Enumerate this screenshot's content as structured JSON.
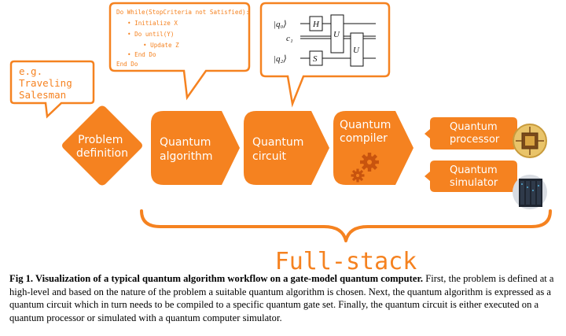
{
  "colors": {
    "orange": "#f58220",
    "white": "#ffffff",
    "black": "#000000"
  },
  "example_callout": {
    "lines": [
      "e.g.",
      "Traveling",
      "Salesman"
    ]
  },
  "pseudocode_callout": {
    "lines": [
      "Do While(StopCriteria not Satisfied):",
      "• Initialize X",
      "• Do until(Y)",
      "• Update Z",
      "• End Do",
      "End Do"
    ]
  },
  "circuit_callout": {
    "qubit_0": "|q₀⟩",
    "classical_1": "c₁",
    "qubit_2": "|q₂⟩",
    "gate_h": "H",
    "gate_s": "S",
    "gate_u1": "U",
    "gate_u2": "U"
  },
  "steps": {
    "problem": [
      "Problem",
      "definition"
    ],
    "algorithm": [
      "Quantum",
      "algorithm"
    ],
    "circuit": [
      "Quantum",
      "circuit"
    ],
    "compiler": [
      "Quantum",
      "compiler"
    ],
    "processor": [
      "Quantum",
      "processor"
    ],
    "simulator": [
      "Quantum",
      "simulator"
    ]
  },
  "icons": {
    "compiler": "gears-icon",
    "processor": "chip-icon",
    "simulator": "server-rack-icon"
  },
  "brace_label": "Full-stack",
  "caption": {
    "bold": "Fig 1.  Visualization of a typical quantum algorithm workflow on a gate-model quantum computer.",
    "rest": " First, the problem is defined at a high-level and based on the nature of the problem a suitable quantum algorithm is chosen. Next, the quantum algorithm is expressed as a quantum circuit which in turn needs to be compiled to a specific quantum gate set. Finally, the quantum circuit is either executed on a quantum processor or simulated with a quantum computer simulator."
  }
}
